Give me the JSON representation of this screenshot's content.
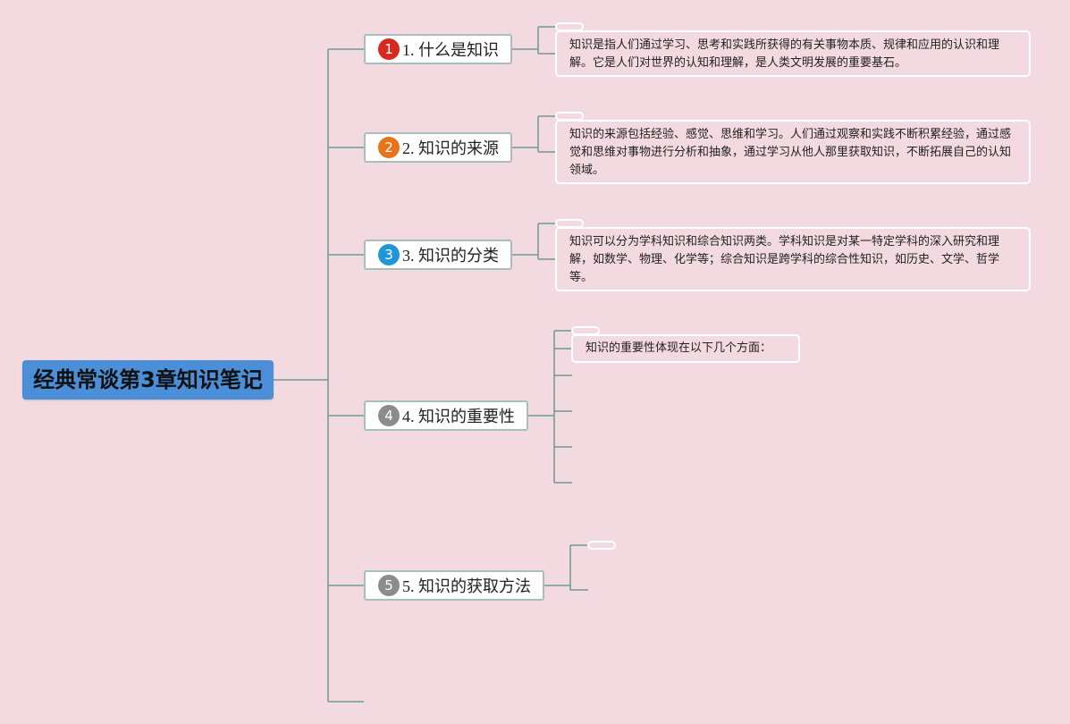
{
  "root": {
    "title": "经典常谈第3章知识笔记"
  },
  "branches": [
    {
      "num": "1",
      "label": "1. 什么是知识",
      "badge_color": "#d9281e"
    },
    {
      "num": "2",
      "label": "2. 知识的来源",
      "badge_color": "#e8731a"
    },
    {
      "num": "3",
      "label": "3. 知识的分类",
      "badge_color": "#2196d6"
    },
    {
      "num": "4",
      "label": "4. 知识的重要性",
      "badge_color": "#8c8c8c"
    },
    {
      "num": "5",
      "label": "5. 知识的获取方法",
      "badge_color": "#8c8c8c"
    }
  ],
  "notes": [
    {
      "text": "知识是指人们通过学习、思考和实践所获得的有关事物本质、规律和应用的认识和理解。它是人们对世界的认知和理解，是人类文明发展的重要基石。"
    },
    {
      "text": "知识的来源包括经验、感觉、思维和学习。人们通过观察和实践不断积累经验，通过感觉和思维对事物进行分析和抽象，通过学习从他人那里获取知识，不断拓展自己的认知领域。"
    },
    {
      "text": "知识可以分为学科知识和综合知识两类。学科知识是对某一特定学科的深入研究和理解，如数学、物理、化学等；综合知识是跨学科的综合性知识，如历史、文学、哲学等。"
    },
    {
      "text": "知识的重要性体现在以下几个方面："
    }
  ],
  "colors": {
    "background": "#f3d9e0",
    "root": "#4a8fd8",
    "line": "#6e9a92",
    "branch_border": "#a9bdb9"
  }
}
